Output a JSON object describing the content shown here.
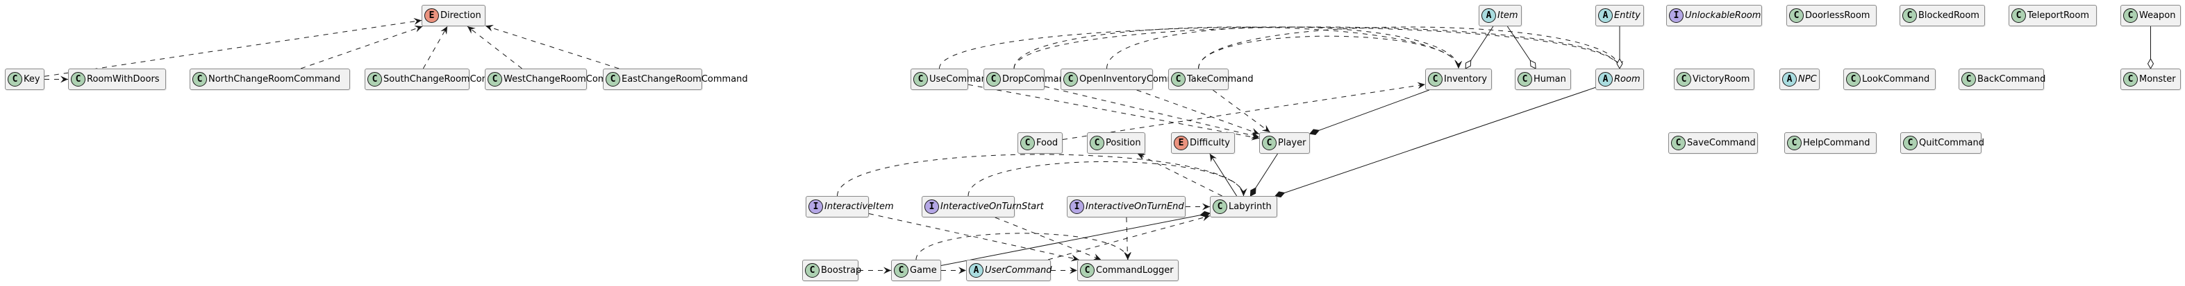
{
  "diagram": {
    "type": "uml-class-diagram",
    "stereotype_colors": {
      "C": "#add1b2",
      "A": "#a9dcdf",
      "I": "#b4a7e5",
      "E": "#eb937f"
    },
    "nodes": {
      "Direction": {
        "kind": "E",
        "label": "Direction"
      },
      "Key": {
        "kind": "C",
        "label": "Key"
      },
      "RoomWithDoors": {
        "kind": "C",
        "label": "RoomWithDoors"
      },
      "NorthChangeRoomCommand": {
        "kind": "C",
        "label": "NorthChangeRoomCommand"
      },
      "SouthChangeRoomCommand": {
        "kind": "C",
        "label": "SouthChangeRoomCommand"
      },
      "WestChangeRoomCommand": {
        "kind": "C",
        "label": "WestChangeRoomCommand"
      },
      "EastChangeRoomCommand": {
        "kind": "C",
        "label": "EastChangeRoomCommand"
      },
      "UseCommand": {
        "kind": "C",
        "label": "UseCommand"
      },
      "DropCommand": {
        "kind": "C",
        "label": "DropCommand"
      },
      "OpenInventoryCommand": {
        "kind": "C",
        "label": "OpenInventoryCommand"
      },
      "TakeCommand": {
        "kind": "C",
        "label": "TakeCommand"
      },
      "Inventory": {
        "kind": "C",
        "label": "Inventory"
      },
      "Item": {
        "kind": "A",
        "label": "Item"
      },
      "Human": {
        "kind": "C",
        "label": "Human"
      },
      "Entity": {
        "kind": "A",
        "label": "Entity"
      },
      "Room": {
        "kind": "A",
        "label": "Room"
      },
      "UnlockableRoom": {
        "kind": "I",
        "label": "UnlockableRoom"
      },
      "VictoryRoom": {
        "kind": "C",
        "label": "VictoryRoom"
      },
      "DoorlessRoom": {
        "kind": "C",
        "label": "DoorlessRoom"
      },
      "NPC": {
        "kind": "A",
        "label": "NPC"
      },
      "BlockedRoom": {
        "kind": "C",
        "label": "BlockedRoom"
      },
      "LookCommand": {
        "kind": "C",
        "label": "LookCommand"
      },
      "TeleportRoom": {
        "kind": "C",
        "label": "TeleportRoom"
      },
      "BackCommand": {
        "kind": "C",
        "label": "BackCommand"
      },
      "Weapon": {
        "kind": "C",
        "label": "Weapon"
      },
      "Monster": {
        "kind": "C",
        "label": "Monster"
      },
      "Food": {
        "kind": "C",
        "label": "Food"
      },
      "Position": {
        "kind": "C",
        "label": "Position"
      },
      "Difficulty": {
        "kind": "E",
        "label": "Difficulty"
      },
      "Player": {
        "kind": "C",
        "label": "Player"
      },
      "SaveCommand": {
        "kind": "C",
        "label": "SaveCommand"
      },
      "HelpCommand": {
        "kind": "C",
        "label": "HelpCommand"
      },
      "QuitCommand": {
        "kind": "C",
        "label": "QuitCommand"
      },
      "InteractiveItem": {
        "kind": "I",
        "label": "InteractiveItem"
      },
      "InteractiveOnTurnStart": {
        "kind": "I",
        "label": "InteractiveOnTurnStart"
      },
      "InteractiveOnTurnEnd": {
        "kind": "I",
        "label": "InteractiveOnTurnEnd"
      },
      "Labyrinth": {
        "kind": "C",
        "label": "Labyrinth"
      },
      "Boostrap": {
        "kind": "C",
        "label": "Boostrap"
      },
      "Game": {
        "kind": "C",
        "label": "Game"
      },
      "UserCommand": {
        "kind": "A",
        "label": "UserCommand"
      },
      "CommandLogger": {
        "kind": "C",
        "label": "CommandLogger"
      }
    },
    "edges": [
      {
        "from": "Key",
        "to": "Direction",
        "type": "dependency"
      },
      {
        "from": "Key",
        "to": "RoomWithDoors",
        "type": "dependency"
      },
      {
        "from": "NorthChangeRoomCommand",
        "to": "Direction",
        "type": "dependency"
      },
      {
        "from": "SouthChangeRoomCommand",
        "to": "Direction",
        "type": "dependency"
      },
      {
        "from": "WestChangeRoomCommand",
        "to": "Direction",
        "type": "dependency"
      },
      {
        "from": "EastChangeRoomCommand",
        "to": "Direction",
        "type": "dependency"
      },
      {
        "from": "UseCommand",
        "to": "Room",
        "type": "dependency"
      },
      {
        "from": "UseCommand",
        "to": "Player",
        "type": "dependency"
      },
      {
        "from": "DropCommand",
        "to": "Inventory",
        "type": "dependency"
      },
      {
        "from": "DropCommand",
        "to": "Room",
        "type": "dependency"
      },
      {
        "from": "DropCommand",
        "to": "Player",
        "type": "dependency"
      },
      {
        "from": "OpenInventoryCommand",
        "to": "Inventory",
        "type": "dependency"
      },
      {
        "from": "OpenInventoryCommand",
        "to": "Player",
        "type": "dependency"
      },
      {
        "from": "TakeCommand",
        "to": "Inventory",
        "type": "dependency"
      },
      {
        "from": "TakeCommand",
        "to": "Room",
        "type": "dependency"
      },
      {
        "from": "TakeCommand",
        "to": "Player",
        "type": "dependency"
      },
      {
        "from": "Food",
        "to": "Inventory",
        "type": "dependency"
      },
      {
        "from": "Item",
        "to": "Inventory",
        "type": "aggregation"
      },
      {
        "from": "Item",
        "to": "Human",
        "type": "aggregation"
      },
      {
        "from": "Entity",
        "to": "Room",
        "type": "aggregation"
      },
      {
        "from": "Weapon",
        "to": "Monster",
        "type": "aggregation"
      },
      {
        "from": "Inventory",
        "to": "Player",
        "type": "composition"
      },
      {
        "from": "Player",
        "to": "Labyrinth",
        "type": "composition"
      },
      {
        "from": "Room",
        "to": "Labyrinth",
        "type": "composition"
      },
      {
        "from": "Labyrinth",
        "to": "Difficulty",
        "type": "association"
      },
      {
        "from": "Labyrinth",
        "to": "Position",
        "type": "dependency"
      },
      {
        "from": "InteractiveItem",
        "to": "Labyrinth",
        "type": "dependency"
      },
      {
        "from": "InteractiveItem",
        "to": "CommandLogger",
        "type": "dependency"
      },
      {
        "from": "InteractiveOnTurnStart",
        "to": "Labyrinth",
        "type": "dependency"
      },
      {
        "from": "InteractiveOnTurnStart",
        "to": "CommandLogger",
        "type": "dependency"
      },
      {
        "from": "InteractiveOnTurnEnd",
        "to": "Labyrinth",
        "type": "dependency"
      },
      {
        "from": "InteractiveOnTurnEnd",
        "to": "CommandLogger",
        "type": "dependency"
      },
      {
        "from": "Game",
        "to": "Labyrinth",
        "type": "composition"
      },
      {
        "from": "Game",
        "to": "CommandLogger",
        "type": "dependency"
      },
      {
        "from": "UserCommand",
        "to": "Labyrinth",
        "type": "dependency"
      },
      {
        "from": "Boostrap",
        "to": "Game",
        "type": "dependency"
      },
      {
        "from": "Game",
        "to": "UserCommand",
        "type": "dependency"
      },
      {
        "from": "UserCommand",
        "to": "CommandLogger",
        "type": "dependency"
      }
    ]
  }
}
